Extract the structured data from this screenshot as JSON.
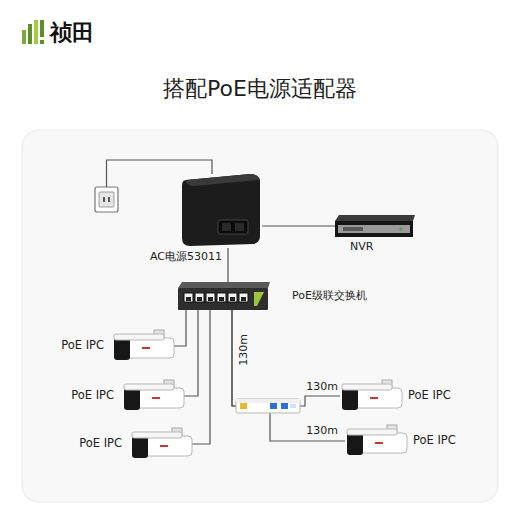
{
  "diagram": {
    "title": "搭配PoE电源适配器",
    "nodes": [
      {
        "text": [
          "AC电源53011"
        ]
      },
      {
        "text": [
          "NVR"
        ]
      },
      {
        "text": [
          "PoE级联交换机"
        ]
      },
      {
        "text": [
          "PoE IPC"
        ]
      },
      {
        "text": [
          "PoE IPC"
        ]
      },
      {
        "text": [
          "PoE IPC"
        ]
      },
      {
        "text": [
          "PoE IPC"
        ]
      },
      {
        "text": [
          "PoE IPC"
        ]
      }
    ],
    "edges": [
      {
        "from": 0,
        "to": 1,
        "arrow": "none"
      },
      {
        "from": 0,
        "to": 2,
        "arrow": "none"
      },
      {
        "from": 2,
        "to": 3,
        "arrow": "none"
      },
      {
        "from": 2,
        "to": 4,
        "arrow": "none"
      },
      {
        "from": 2,
        "to": 5,
        "arrow": "none"
      },
      {
        "from": 2,
        "to": 6,
        "arrow": "none"
      },
      {
        "from": 2,
        "to": 7,
        "arrow": "none"
      }
    ],
    "labels": [
      "祯田",
      "130m",
      "130m",
      "130m"
    ]
  }
}
